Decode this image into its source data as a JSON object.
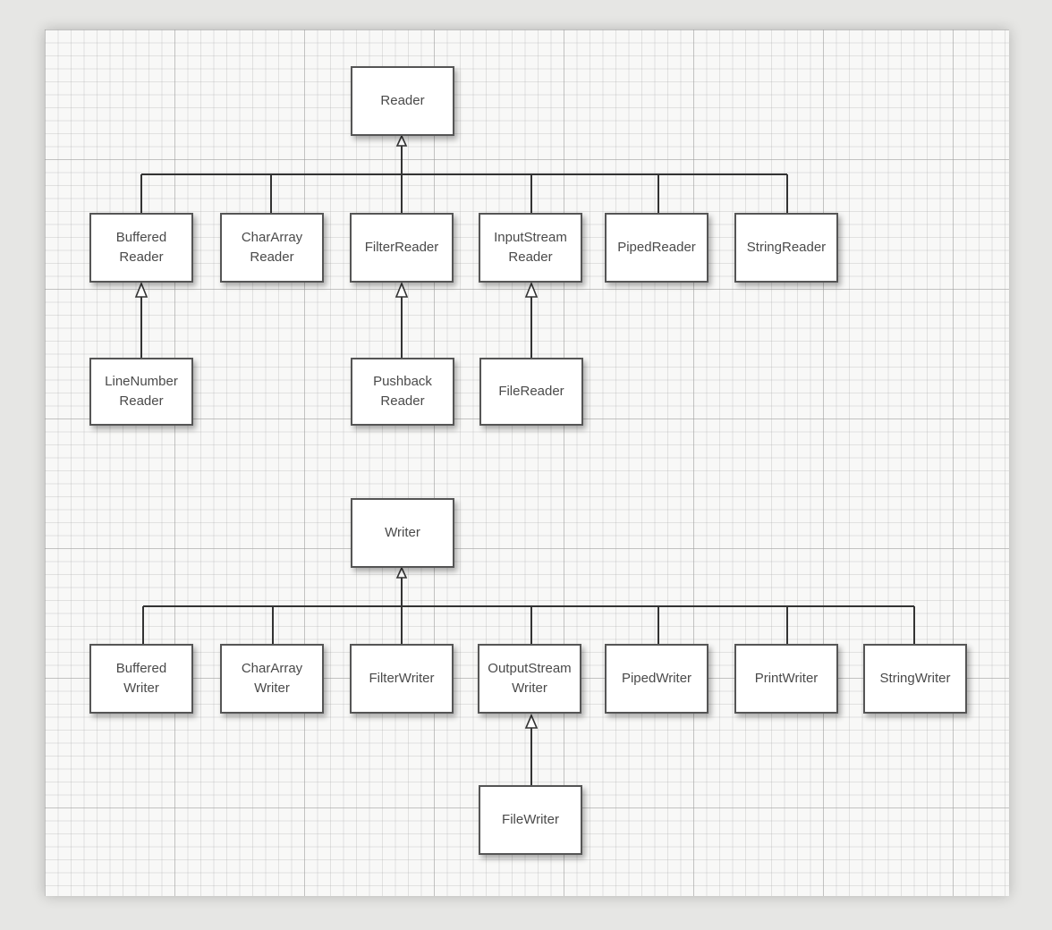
{
  "readers": {
    "root": "Reader",
    "buffered_reader": "Buffered\nReader",
    "chararray_reader": "CharArray\nReader",
    "filter_reader": "FilterReader",
    "inputstream_reader": "InputStream\nReader",
    "piped_reader": "PipedReader",
    "string_reader": "StringReader",
    "linenumber_reader": "LineNumber\nReader",
    "pushback_reader": "Pushback\nReader",
    "file_reader": "FileReader"
  },
  "writers": {
    "root": "Writer",
    "buffered_writer": "Buffered\nWriter",
    "chararray_writer": "CharArray\nWriter",
    "filter_writer": "FilterWriter",
    "outputstream_writer": "OutputStream\nWriter",
    "piped_writer": "PipedWriter",
    "print_writer": "PrintWriter",
    "string_writer": "StringWriter",
    "file_writer": "FileWriter"
  }
}
